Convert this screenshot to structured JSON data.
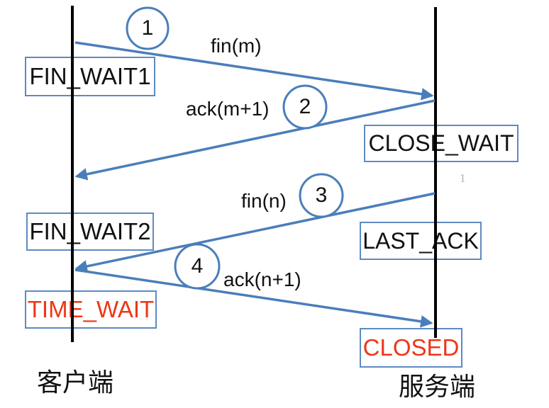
{
  "diagram": {
    "actors": {
      "client": "客户端",
      "server": "服务端"
    },
    "client_states": [
      "FIN_WAIT1",
      "FIN_WAIT2",
      "TIME_WAIT"
    ],
    "server_states": [
      "CLOSE_WAIT",
      "LAST_ACK",
      "CLOSED"
    ],
    "messages": [
      {
        "number": "1",
        "label": "fin(m)",
        "from": "client",
        "to": "server"
      },
      {
        "number": "2",
        "label": "ack(m+1)",
        "from": "server",
        "to": "client"
      },
      {
        "number": "3",
        "label": "fin(n)",
        "from": "server",
        "to": "client"
      },
      {
        "number": "4",
        "label": "ack(n+1)",
        "from": "client",
        "to": "server"
      }
    ],
    "page_number": "1",
    "colors": {
      "accent_blue": "#4a7eba",
      "box_border_blue": "#5e8ac2",
      "state_red": "#ee3617",
      "lifeline_black": "#000000",
      "watermark_gray": "#b3b3b3"
    }
  }
}
